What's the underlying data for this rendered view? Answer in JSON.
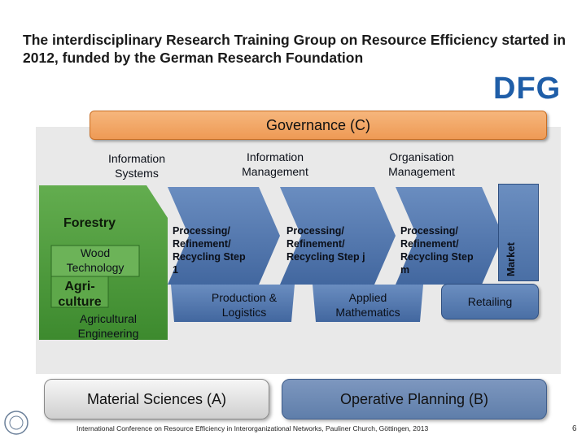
{
  "title": "The interdisciplinary Research Training Group on Resource Efficiency started in 2012, funded by the German Research Foundation",
  "logo_text": "DFG",
  "governance": "Governance (C)",
  "info_systems": "Information Systems",
  "info_management": "Information Management",
  "org_management": "Organisation Management",
  "forestry": "Forestry",
  "wood_technology": "Wood Technology",
  "agriculture": "Agri-culture",
  "agricultural_engineering": "Agricultural Engineering",
  "processing_1": "Processing/ Refinement/ Recycling Step 1",
  "processing_j": "Processing/ Refinement/ Recycling Step j",
  "processing_m": "Processing/ Refinement/ Recycling Step m",
  "market": "Market",
  "production_logistics": "Production & Logistics",
  "applied_mathematics": "Applied Mathematics",
  "retailing": "Retailing",
  "material_sciences": "Material Sciences (A)",
  "operative_planning": "Operative Planning (B)",
  "footer": "International Conference on Resource Efficiency in Interorganizational Networks, Pauliner Church, Göttingen, 2013",
  "page_number": "6",
  "colors": {
    "governance_orange": "#ee9a55",
    "green": "#4f9a3c",
    "blue": "#4a6fa5",
    "dfg_blue": "#1f5ea8"
  }
}
